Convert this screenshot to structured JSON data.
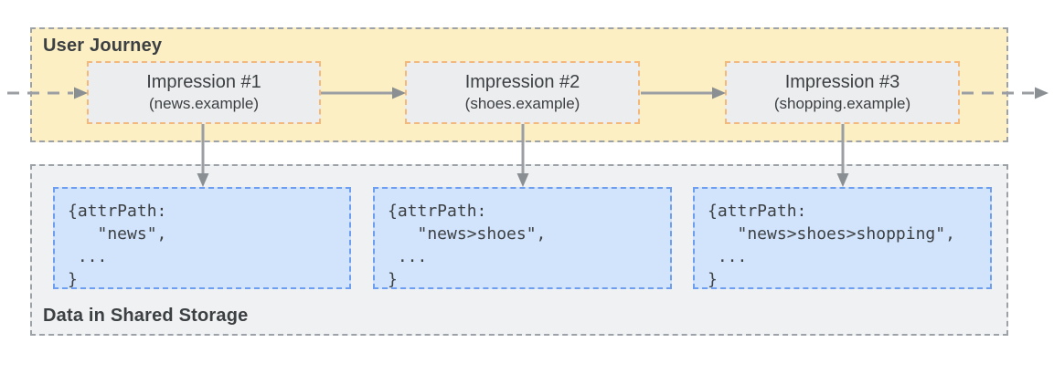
{
  "user_journey": {
    "label": "User Journey",
    "impressions": [
      {
        "title": "Impression #1",
        "subtitle": "(news.example)"
      },
      {
        "title": "Impression #2",
        "subtitle": "(shoes.example)"
      },
      {
        "title": "Impression #3",
        "subtitle": "(shopping.example)"
      }
    ]
  },
  "shared_storage": {
    "label": "Data in Shared Storage",
    "entries": [
      {
        "code": "{attrPath:\n   \"news\",\n ...\n}"
      },
      {
        "code": "{attrPath:\n   \"news>shoes\",\n ...\n}"
      },
      {
        "code": "{attrPath:\n   \"news>shoes>shopping\",\n ...\n}"
      }
    ]
  },
  "colors": {
    "journey_background": "#FDEFC4",
    "journey_region_border": "#9DA2A8",
    "impression_box_background": "#ECEDEF",
    "impression_box_border": "#F4B87A",
    "storage_background": "#F0F1F2",
    "storage_box_background": "#D2E3FC",
    "storage_box_border": "#6D9EF0",
    "arrow_line": "#9B9FA3",
    "arrow_head": "#8A8F93",
    "text": "#3C4043"
  }
}
